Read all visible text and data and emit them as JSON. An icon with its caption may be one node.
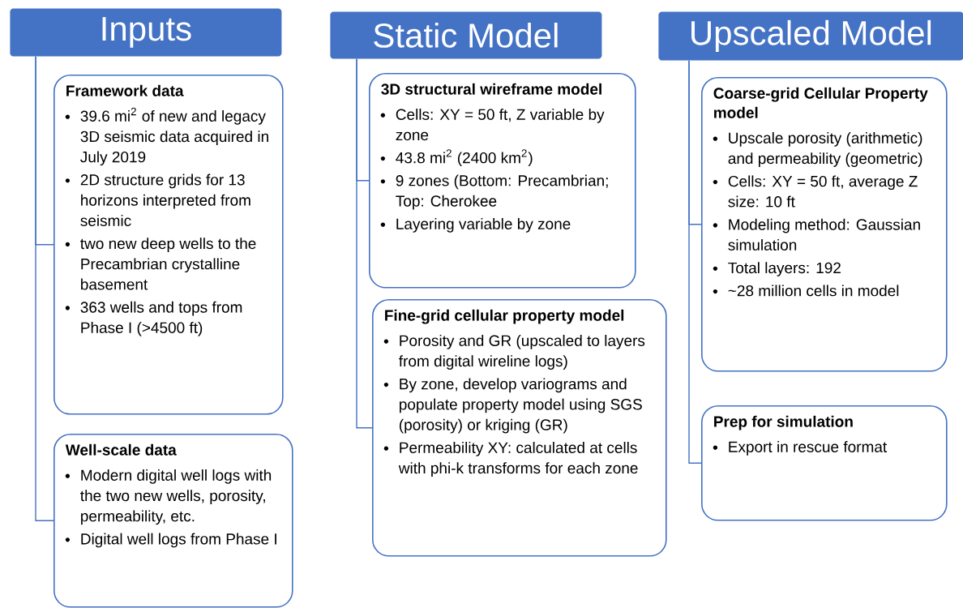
{
  "diagram": {
    "nodes": [
      {
        "text": [
          "Inputs"
        ]
      },
      {
        "text": [
          "Framework data",
          "39.6 mi$^{2}$ of new and legacy 3D seismic data acquired in July 2019",
          "2D structure grids for 13 horizons interpreted from seismic",
          "two new deep wells to the Precambrian crystalline basement",
          "363 wells and tops from Phase I (>4500 ft)"
        ]
      },
      {
        "text": [
          "Well-scale data",
          "Modern digital well logs with the two new wells, porosity, permeability, etc.",
          "Digital well logs from Phase I"
        ]
      },
      {
        "text": [
          "Static Model"
        ]
      },
      {
        "text": [
          "3D structural wireframe model",
          "Cells: XY = 50 ft, Z variable by zone",
          "43.8 mi$^{2}$ (2400 km$^{2}$)",
          "9 zones (Bottom: Precambrian; Top: Cherokee",
          "Layering variable by zone"
        ]
      },
      {
        "text": [
          "Fine-grid cellular property model",
          "Porosity and GR (upscaled to layers from digital wireline logs)",
          "By zone, develop variograms and populate property model using SGS (porosity) or kriging (GR)",
          "Permeability XY: calculated at cells with phi-k transforms for each zone"
        ]
      },
      {
        "text": [
          "Upscaled Model"
        ]
      },
      {
        "text": [
          "Coarse-grid Cellular Property model",
          "Upscale porosity (arithmetic) and permeability (geometric)",
          "Cells: XY = 50 ft, average Z size: 10 ft",
          "Modeling method: Gaussian simulation",
          "Total layers: 192",
          "~28 million cells in model"
        ]
      },
      {
        "text": [
          "Prep for simulation",
          "Export in rescue format"
        ]
      }
    ],
    "edges": [
      {
        "from": 0,
        "to": 1,
        "arrow": "none"
      },
      {
        "from": 0,
        "to": 2,
        "arrow": "none"
      },
      {
        "from": 3,
        "to": 4,
        "arrow": "none"
      },
      {
        "from": 3,
        "to": 5,
        "arrow": "none"
      },
      {
        "from": 6,
        "to": 7,
        "arrow": "none"
      },
      {
        "from": 6,
        "to": 8,
        "arrow": "none"
      }
    ]
  }
}
